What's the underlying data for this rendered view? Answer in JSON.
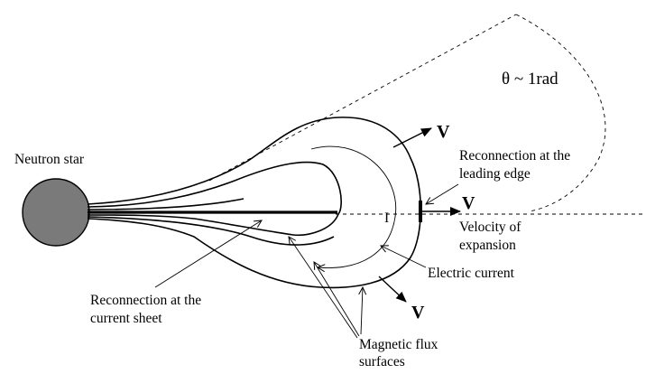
{
  "labels": {
    "neutron_star": "Neutron star",
    "theta": "θ ~ 1rad",
    "v_top": "V",
    "v_mid": "V",
    "v_bottom": "V",
    "reconnection_leading_1": "Reconnection at the",
    "reconnection_leading_2": "leading edge",
    "velocity_1": "Velocity of",
    "velocity_2": "expansion",
    "current_symbol": "I",
    "electric_current": "Electric current",
    "reconnection_sheet_1": "Reconnection at the",
    "reconnection_sheet_2": "current sheet",
    "flux_1": "Magnetic flux",
    "flux_2": "surfaces"
  },
  "colors": {
    "star_fill": "#7a7a7a",
    "line": "#000000"
  }
}
